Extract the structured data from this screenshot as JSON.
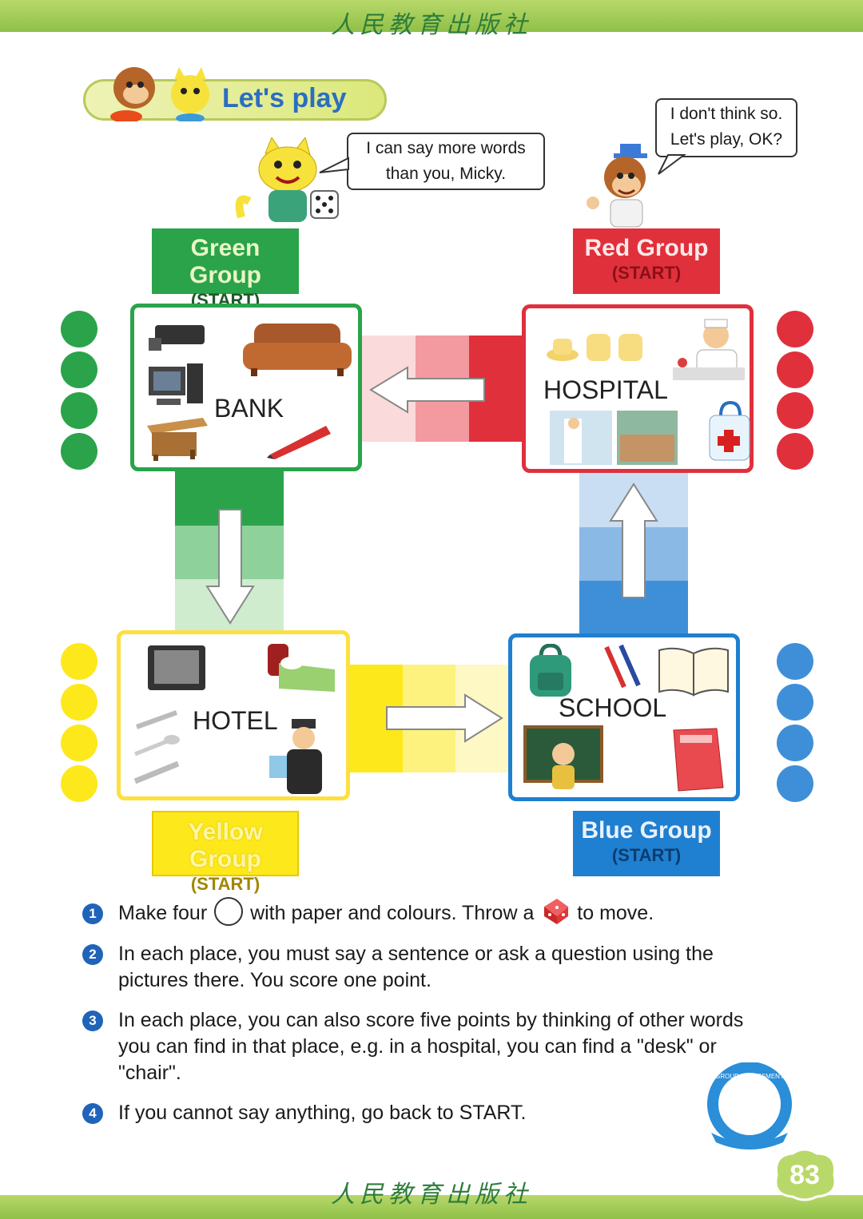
{
  "publisher": "人民教育出版社",
  "section_title": "Let's play",
  "bubbles": {
    "cat": [
      "I can say more words",
      "than you, Micky."
    ],
    "monkey": [
      "I don't think so.",
      "Let's play, OK?"
    ]
  },
  "groups": {
    "green": {
      "name": "Green Group",
      "start": "(START)"
    },
    "red": {
      "name": "Red Group",
      "start": "(START)"
    },
    "yellow": {
      "name": "Yellow Group",
      "start": "(START)"
    },
    "blue": {
      "name": "Blue Group",
      "start": "(START)"
    }
  },
  "places": {
    "bank": "BANK",
    "hospital": "HOSPITAL",
    "hotel": "HOTEL",
    "school": "SCHOOL"
  },
  "colors": {
    "green": "#2aa34a",
    "red": "#e0303c",
    "yellow": "#fde81c",
    "blue": "#1f7fd0"
  },
  "instructions": {
    "n1": "1",
    "i1a": "Make four",
    "i1b": "with paper and colours. Throw a",
    "i1c": "to move.",
    "n2": "2",
    "i2": "In each place, you must say a sentence or ask a question using the pictures there. You score one point.",
    "n3": "3",
    "i3": "In each place, you can also score five points by thinking of other words you can find in that place, e.g. in a hospital, you can find a \"desk\" or \"chair\".",
    "n4": "4",
    "i4": "If you cannot say anything, go back to START."
  },
  "page_number": "83",
  "badge_text": "GROUP ASSESSMENT"
}
